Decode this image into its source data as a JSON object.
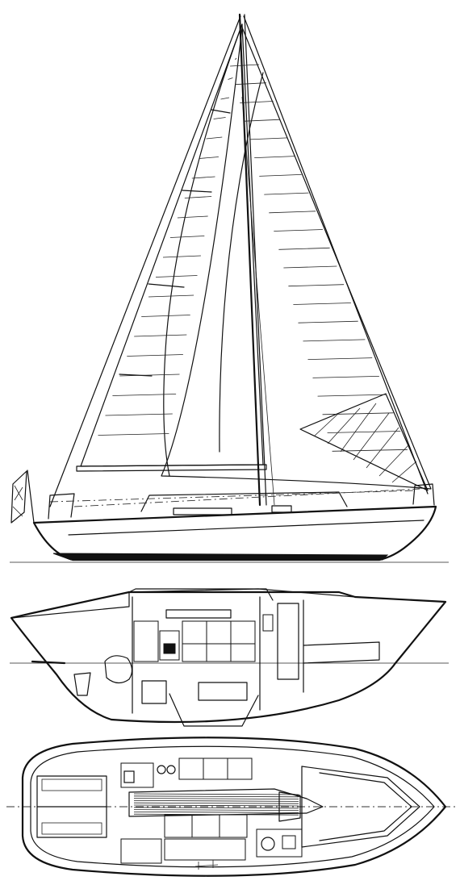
{
  "drawing": {
    "views": [
      "sail-plan-profile",
      "accommodation-section",
      "accommodation-plan"
    ],
    "colors": {
      "ink": "#111111",
      "paper": "#ffffff"
    }
  }
}
